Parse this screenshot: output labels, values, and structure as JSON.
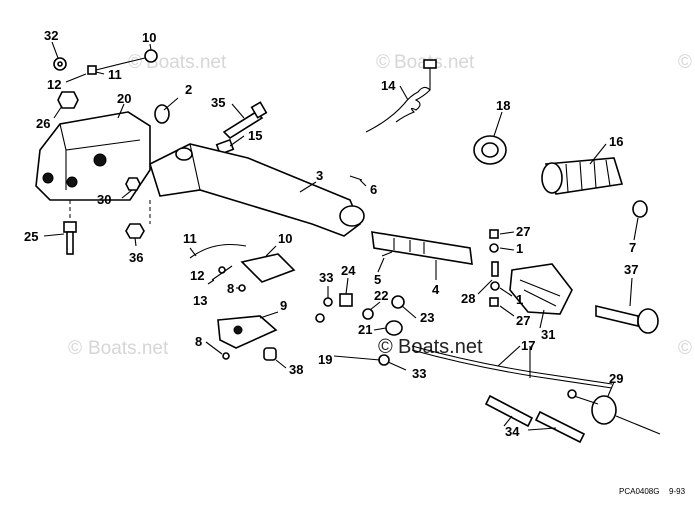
{
  "watermark": {
    "text": "Boats.net",
    "symbol": "©"
  },
  "callouts": {
    "c32": "32",
    "c10a": "10",
    "c12a": "12",
    "c11a": "11",
    "c2": "2",
    "c20": "20",
    "c26": "26",
    "c35": "35",
    "c15": "15",
    "c14": "14",
    "c18": "18",
    "c16": "16",
    "c3": "3",
    "c6": "6",
    "c30": "30",
    "c25": "25",
    "c36": "36",
    "c11b": "11",
    "c10b": "10",
    "c12b": "12",
    "c13": "13",
    "c8a": "8",
    "c9": "9",
    "c8b": "8",
    "c38": "38",
    "c33a": "33",
    "c24": "24",
    "c22": "22",
    "c23": "23",
    "c21": "21",
    "c19": "19",
    "c33b": "33",
    "c5": "5",
    "c4": "4",
    "c27a": "27",
    "c1a": "1",
    "c28": "28",
    "c1b": "1",
    "c27b": "27",
    "c31": "31",
    "c7": "7",
    "c37": "37",
    "c17": "17",
    "c29": "29",
    "c34": "34"
  },
  "footer": {
    "code": "PCA0408G",
    "date": "9-93"
  },
  "colors": {
    "line": "#000000",
    "watermark": "#d6d6d6",
    "background": "#ffffff"
  }
}
